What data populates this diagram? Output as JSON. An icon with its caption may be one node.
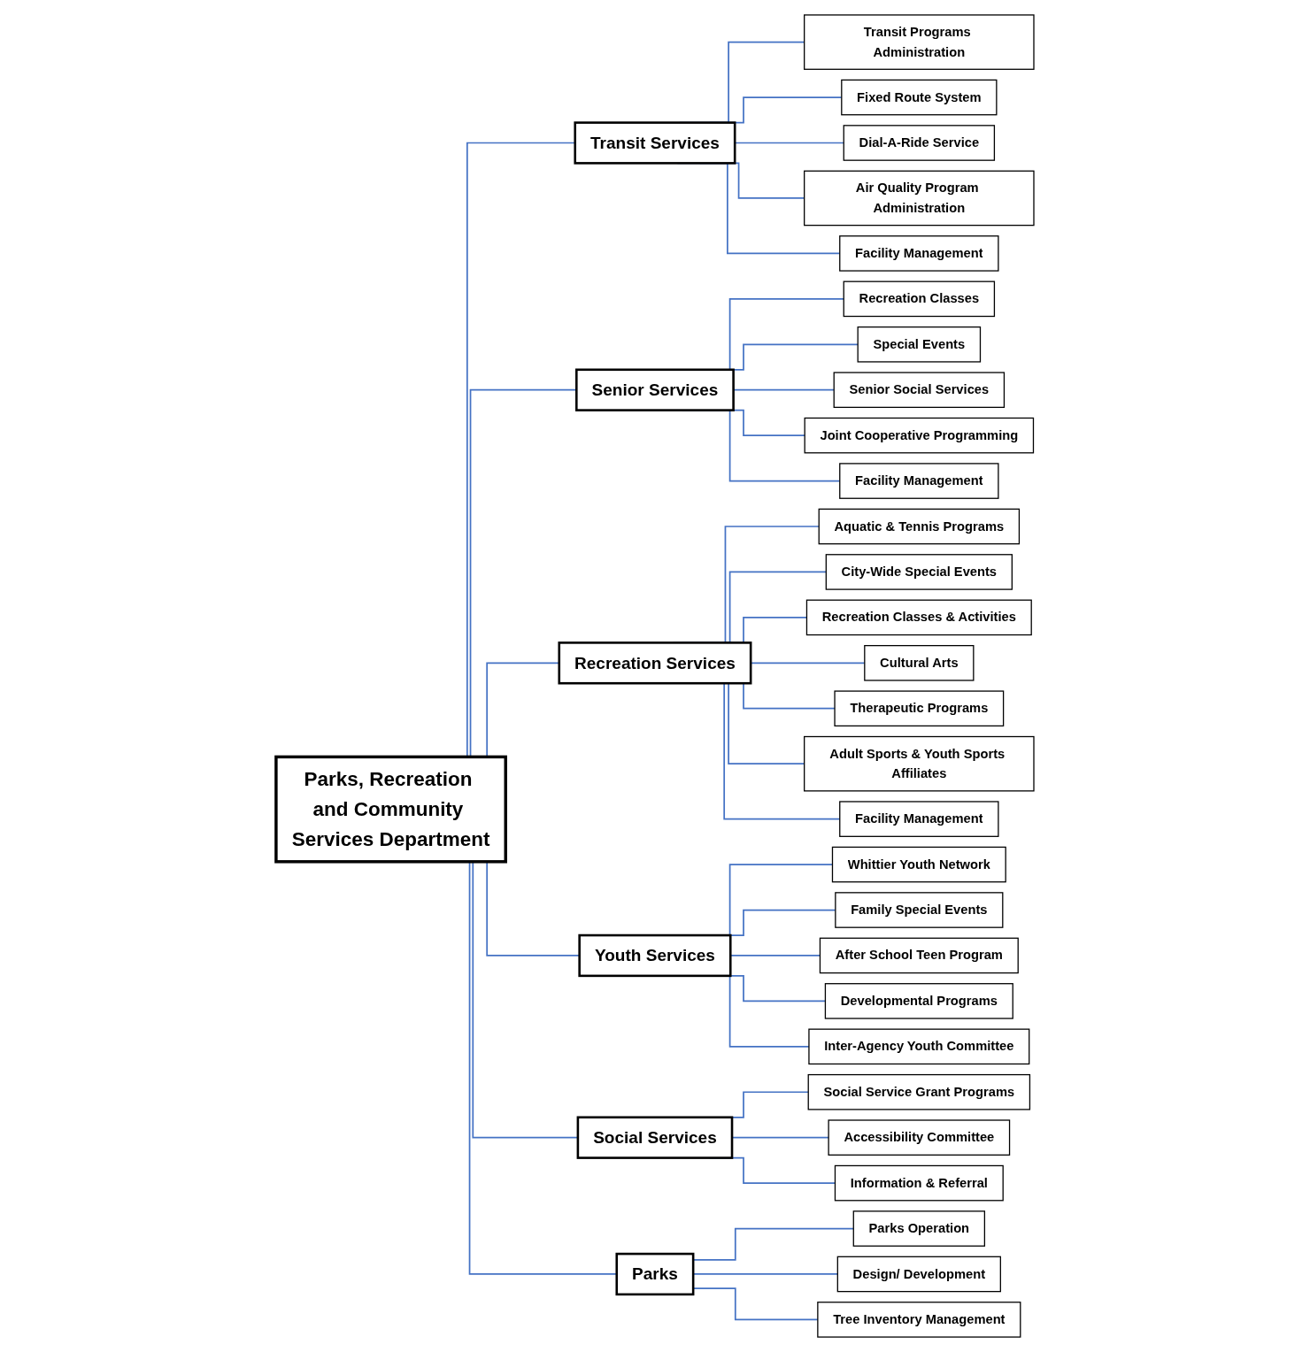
{
  "diagram": {
    "nodes": [
      {
        "text": [
          "Parks, Recreation and Community Services Department"
        ]
      },
      {
        "text": [
          "Transit Services"
        ]
      },
      {
        "text": [
          "Senior Services"
        ]
      },
      {
        "text": [
          "Recreation Services"
        ]
      },
      {
        "text": [
          "Youth Services"
        ]
      },
      {
        "text": [
          "Social Services"
        ]
      },
      {
        "text": [
          "Parks"
        ]
      },
      {
        "text": [
          "Transit Programs Administration"
        ]
      },
      {
        "text": [
          "Fixed Route System"
        ]
      },
      {
        "text": [
          "Dial-A-Ride Service"
        ]
      },
      {
        "text": [
          "Air Quality Program Administration"
        ]
      },
      {
        "text": [
          "Facility Management"
        ]
      },
      {
        "text": [
          "Recreation Classes"
        ]
      },
      {
        "text": [
          "Special Events"
        ]
      },
      {
        "text": [
          "Senior Social Services"
        ]
      },
      {
        "text": [
          "Joint Cooperative Programming"
        ]
      },
      {
        "text": [
          "Facility Management"
        ]
      },
      {
        "text": [
          "Aquatic & Tennis Programs"
        ]
      },
      {
        "text": [
          "City-Wide Special Events"
        ]
      },
      {
        "text": [
          "Recreation Classes & Activities"
        ]
      },
      {
        "text": [
          "Cultural Arts"
        ]
      },
      {
        "text": [
          "Therapeutic Programs"
        ]
      },
      {
        "text": [
          "Adult Sports & Youth Sports Affiliates"
        ]
      },
      {
        "text": [
          "Facility Management"
        ]
      },
      {
        "text": [
          "Whittier Youth Network"
        ]
      },
      {
        "text": [
          "Family Special Events"
        ]
      },
      {
        "text": [
          "After School Teen Program"
        ]
      },
      {
        "text": [
          "Developmental Programs"
        ]
      },
      {
        "text": [
          "Inter-Agency Youth Committee"
        ]
      },
      {
        "text": [
          "Social Service Grant Programs"
        ]
      },
      {
        "text": [
          "Accessibility Committee"
        ]
      },
      {
        "text": [
          "Information & Referral"
        ]
      },
      {
        "text": [
          "Parks Operation"
        ]
      },
      {
        "text": [
          "Design/ Development"
        ]
      },
      {
        "text": [
          "Tree Inventory Management"
        ]
      }
    ],
    "edges": [
      {
        "from": 0,
        "to": 1,
        "arrow": "none"
      },
      {
        "from": 0,
        "to": 2,
        "arrow": "none"
      },
      {
        "from": 0,
        "to": 3,
        "arrow": "none"
      },
      {
        "from": 0,
        "to": 4,
        "arrow": "none"
      },
      {
        "from": 0,
        "to": 5,
        "arrow": "none"
      },
      {
        "from": 0,
        "to": 6,
        "arrow": "none"
      },
      {
        "from": 1,
        "to": 7,
        "arrow": "none"
      },
      {
        "from": 1,
        "to": 8,
        "arrow": "none"
      },
      {
        "from": 1,
        "to": 9,
        "arrow": "none"
      },
      {
        "from": 1,
        "to": 10,
        "arrow": "none"
      },
      {
        "from": 1,
        "to": 11,
        "arrow": "none"
      },
      {
        "from": 2,
        "to": 12,
        "arrow": "none"
      },
      {
        "from": 2,
        "to": 13,
        "arrow": "none"
      },
      {
        "from": 2,
        "to": 14,
        "arrow": "none"
      },
      {
        "from": 2,
        "to": 15,
        "arrow": "none"
      },
      {
        "from": 2,
        "to": 16,
        "arrow": "none"
      },
      {
        "from": 3,
        "to": 17,
        "arrow": "none"
      },
      {
        "from": 3,
        "to": 18,
        "arrow": "none"
      },
      {
        "from": 3,
        "to": 19,
        "arrow": "none"
      },
      {
        "from": 3,
        "to": 20,
        "arrow": "none"
      },
      {
        "from": 3,
        "to": 21,
        "arrow": "none"
      },
      {
        "from": 3,
        "to": 22,
        "arrow": "none"
      },
      {
        "from": 3,
        "to": 23,
        "arrow": "none"
      },
      {
        "from": 4,
        "to": 24,
        "arrow": "none"
      },
      {
        "from": 4,
        "to": 25,
        "arrow": "none"
      },
      {
        "from": 4,
        "to": 26,
        "arrow": "none"
      },
      {
        "from": 4,
        "to": 27,
        "arrow": "none"
      },
      {
        "from": 4,
        "to": 28,
        "arrow": "none"
      },
      {
        "from": 5,
        "to": 29,
        "arrow": "none"
      },
      {
        "from": 5,
        "to": 30,
        "arrow": "none"
      },
      {
        "from": 5,
        "to": 31,
        "arrow": "none"
      },
      {
        "from": 6,
        "to": 32,
        "arrow": "none"
      },
      {
        "from": 6,
        "to": 33,
        "arrow": "none"
      },
      {
        "from": 6,
        "to": 34,
        "arrow": "none"
      }
    ]
  }
}
